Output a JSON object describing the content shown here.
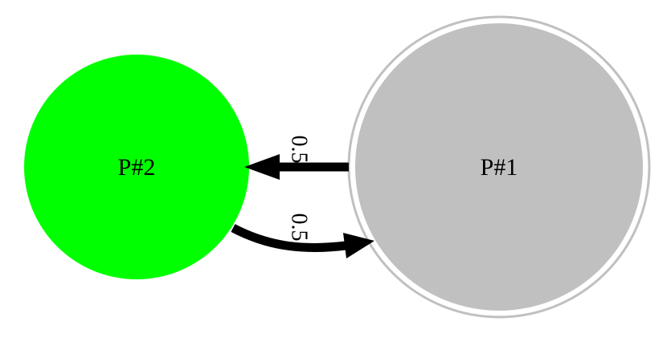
{
  "nodes": {
    "p2": {
      "label": "P#2",
      "fill": "#00ff00"
    },
    "p1": {
      "label": "P#1",
      "fill": "#c0c0c0",
      "outline": "#c0c0c0"
    }
  },
  "edges": {
    "p1_to_p2": {
      "label": "0.5",
      "color": "#000000"
    },
    "p2_to_p1": {
      "label": "0.5",
      "color": "#000000"
    }
  }
}
